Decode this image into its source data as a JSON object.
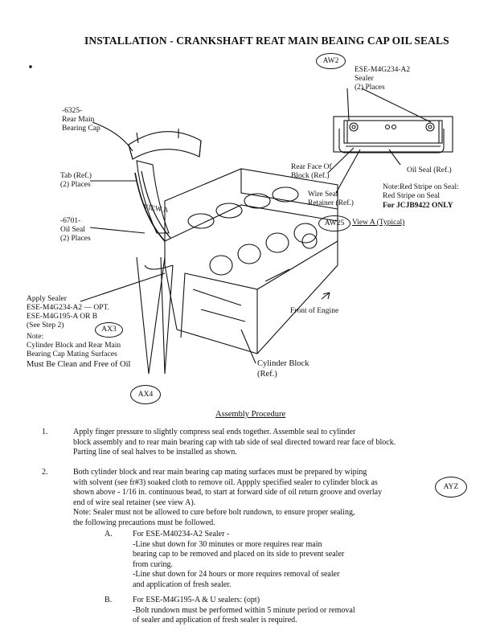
{
  "title": "INSTALLATION - CRANKSHAFT REAT MAIN BEAING CAP OIL SEALS",
  "callouts": {
    "aw2": "AW2",
    "aw25": "AW25",
    "ax3": "AX3",
    "ax4": "AX4",
    "ayz": "AYZ"
  },
  "labels": {
    "bearing_cap": [
      "-6325-",
      "Rear Main",
      "Bearing Cap"
    ],
    "tab": [
      "Tab (Ref.)",
      "(2) Places"
    ],
    "oil_seal_left": [
      "-6701-",
      "Oil Seal",
      "(2) Places"
    ],
    "view_a_mark": "VIEW A",
    "sealer_top": [
      "ESE-M4G234-A2",
      "Sealer",
      "(2) Places"
    ],
    "rear_face": [
      "Rear Face Of",
      "Block  (Ref.)"
    ],
    "wire_seal": [
      "Wire Seal",
      "Retainer (Ref.)"
    ],
    "oil_seal_right": "Oil Seal  (Ref.)",
    "stripe_note": [
      "Note:Red Stripe on Seal:",
      "Red Stripe on Seal"
    ],
    "stripe_for": "For  JCJB9422  ONLY",
    "view_a_typical": "View  A  (Typical)",
    "apply_sealer": [
      "Apply Sealer",
      "ESE-M4G234-A2  — OPT.",
      "ESE-M4G195-A OR B",
      "(See Step 2)"
    ],
    "note_clean": [
      "Note:",
      "Cylinder Block and Rear Main",
      "Bearing Cap Mating Surfaces"
    ],
    "must_clean": "Must Be Clean and Free of Oil",
    "front_engine": "Front of Engine",
    "cylinder_block": [
      "Cylinder Block",
      "(Ref.)"
    ]
  },
  "procedure": {
    "heading": "Assembly Procedure",
    "step1": {
      "number": "1.",
      "lines": [
        "Apply finger pressure to slightly compress seal ends together.  Assemble seal to cylinder",
        "block assembly and to rear main bearing cap with tab side of seal directed toward rear face of block.",
        "Parting line of seal halves to be installed as shown."
      ]
    },
    "step2": {
      "number": "2.",
      "lines": [
        "Both cylinder block and rear main bearing cap mating surfaces must be prepared by wiping",
        "with solvent (see fr#3) soaked cloth to remove oil.  Appply specified sealer to cylinder block as",
        "shown above - 1/16 in.  continuous bead, to start at forward side of oil return groove and overlay",
        "end of wire seal retainer (see view A).",
        "Note:  Sealer must not be allowed to cure before bolt rundown, to ensure proper sealing,",
        "the following precautions must be followed."
      ],
      "sub_a": {
        "letter": "A.",
        "lines": [
          "For ESE-M40234-A2 Sealer -",
          "-Line shut down for 30 minutes or more requires rear main",
          "bearing cap to be removed and placed on its side to prevent sealer",
          "from curing.",
          "-Line shut down for 24 hours or more requires removal of sealer",
          "and application of fresh sealer."
        ]
      },
      "sub_b": {
        "letter": "B.",
        "lines": [
          "For ESE-M4G195-A & U sealers:  (opt)",
          "-Bolt rundown must be performed within 5 minute period or removal",
          "of sealer and application of fresh sealer is required."
        ]
      }
    }
  }
}
